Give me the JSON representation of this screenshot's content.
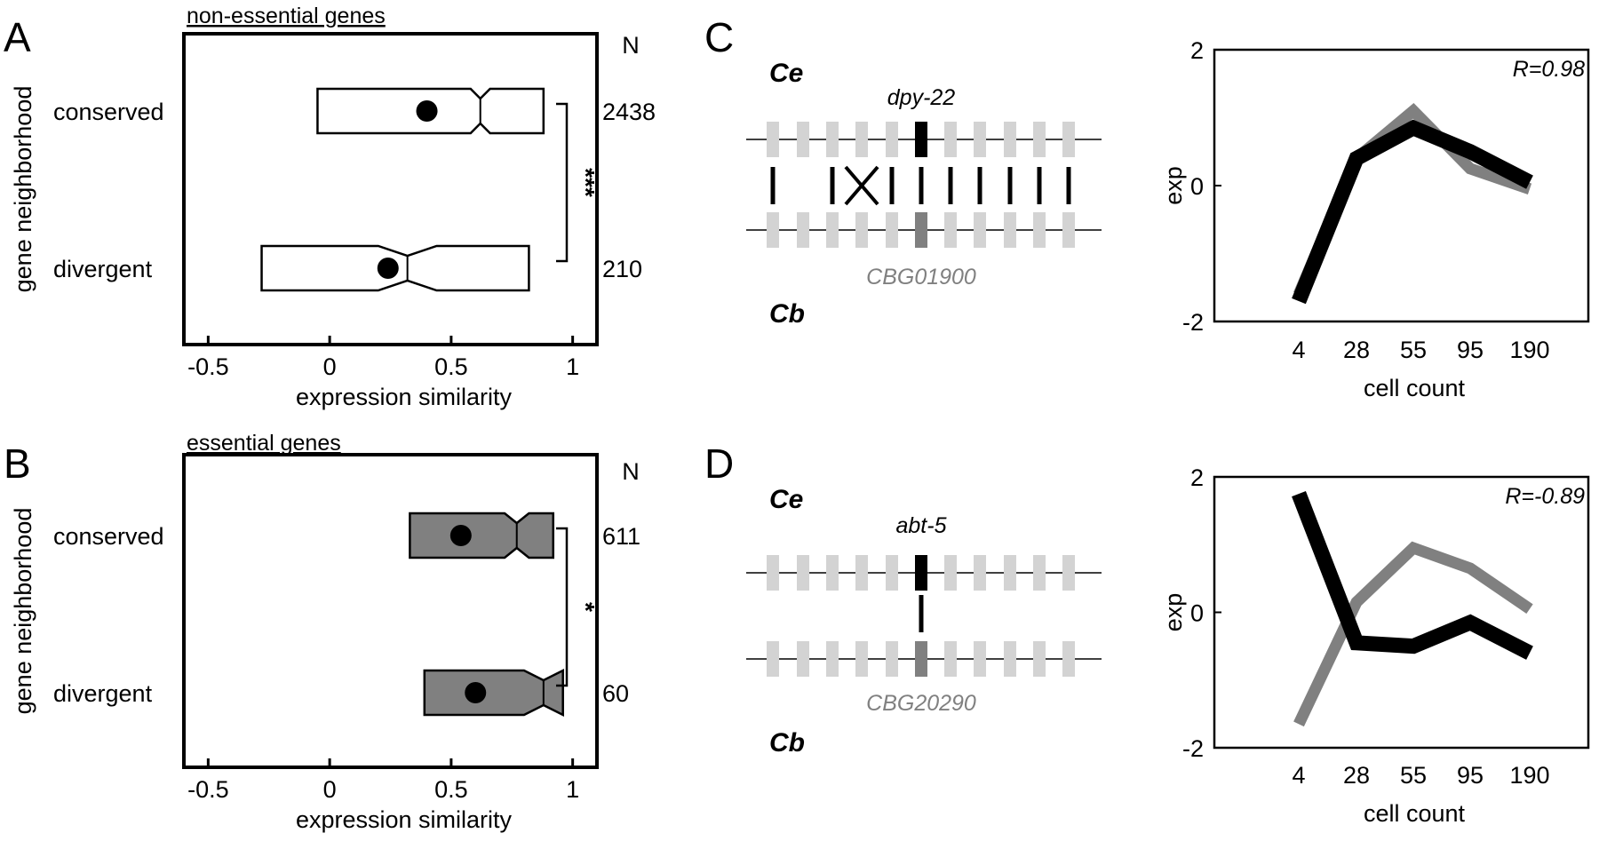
{
  "panels": {
    "A": "A",
    "B": "B",
    "C": "C",
    "D": "D"
  },
  "box_panels": [
    {
      "id": "A",
      "title": "non-essential genes",
      "ylabel": "gene neighborhood",
      "xlabel": "expression similarity",
      "n_header": "N",
      "fill": "#ffffff",
      "significance": "***",
      "xlim": [
        -0.6,
        1.1
      ],
      "xticks": [
        -0.5,
        0,
        0.5,
        1
      ],
      "xtick_labels": [
        "-0.5",
        "0",
        "0.5",
        "1"
      ],
      "groups": [
        {
          "label": "conserved",
          "n": "2438",
          "q1": -0.05,
          "median": 0.62,
          "q3": 0.88,
          "notch_low": 0.58,
          "notch_high": 0.66,
          "mean": 0.4
        },
        {
          "label": "divergent",
          "n": "210",
          "q1": -0.28,
          "median": 0.32,
          "q3": 0.82,
          "notch_low": 0.2,
          "notch_high": 0.44,
          "mean": 0.24
        }
      ]
    },
    {
      "id": "B",
      "title": "essential genes",
      "ylabel": "gene neighborhood",
      "xlabel": "expression similarity",
      "n_header": "N",
      "fill": "#808080",
      "significance": "*",
      "xlim": [
        -0.6,
        1.1
      ],
      "xticks": [
        -0.5,
        0,
        0.5,
        1
      ],
      "xtick_labels": [
        "-0.5",
        "0",
        "0.5",
        "1"
      ],
      "groups": [
        {
          "label": "conserved",
          "n": "611",
          "q1": 0.33,
          "median": 0.77,
          "q3": 0.92,
          "notch_low": 0.72,
          "notch_high": 0.82,
          "mean": 0.54
        },
        {
          "label": "divergent",
          "n": "60",
          "q1": 0.39,
          "median": 0.88,
          "q3": 0.96,
          "notch_low": 0.8,
          "notch_high": 0.96,
          "mean": 0.6
        }
      ]
    }
  ],
  "synteny": [
    {
      "id": "C",
      "species_top": "Ce",
      "species_bottom": "Cb",
      "gene_top": "dpy-22",
      "gene_bottom": "CBG01900",
      "links": [
        "bar",
        "none",
        "bar",
        "cross",
        "bar",
        "bar",
        "bar",
        "bar",
        "bar",
        "bar",
        "bar"
      ]
    },
    {
      "id": "D",
      "species_top": "Ce",
      "species_bottom": "Cb",
      "gene_top": "abt-5",
      "gene_bottom": "CBG20290",
      "links": [
        "none",
        "none",
        "none",
        "none",
        "none",
        "bar",
        "none",
        "none",
        "none",
        "none",
        "none"
      ]
    }
  ],
  "chart_data": [
    {
      "type": "box",
      "panel": "A",
      "title": "non-essential genes",
      "xlabel": "expression similarity",
      "ylabel": "gene neighborhood",
      "xlim": [
        -0.6,
        1.1
      ],
      "categories": [
        "conserved",
        "divergent"
      ],
      "n": [
        2438,
        210
      ],
      "significance": "***"
    },
    {
      "type": "box",
      "panel": "B",
      "title": "essential genes",
      "xlabel": "expression similarity",
      "ylabel": "gene neighborhood",
      "xlim": [
        -0.6,
        1.1
      ],
      "categories": [
        "conserved",
        "divergent"
      ],
      "n": [
        611,
        60
      ],
      "significance": "*"
    },
    {
      "type": "line",
      "panel": "C",
      "xlabel": "cell count",
      "ylabel": "exp",
      "categories": [
        "4",
        "28",
        "55",
        "95",
        "190"
      ],
      "ylim": [
        -2,
        2
      ],
      "yticks": [
        -2,
        0,
        2
      ],
      "ytick_labels": [
        "-2",
        "0",
        "2"
      ],
      "annotation": "R=0.98",
      "series": [
        {
          "color": "#808080",
          "values": [
            -1.6,
            0.4,
            1.1,
            0.25,
            -0.05
          ]
        },
        {
          "color": "#000000",
          "values": [
            -1.7,
            0.4,
            0.85,
            0.5,
            0.05
          ]
        }
      ]
    },
    {
      "type": "line",
      "panel": "D",
      "xlabel": "cell count",
      "ylabel": "exp",
      "categories": [
        "4",
        "28",
        "55",
        "95",
        "190"
      ],
      "ylim": [
        -2,
        2
      ],
      "yticks": [
        -2,
        0,
        2
      ],
      "ytick_labels": [
        "-2",
        "0",
        "2"
      ],
      "annotation": "R=-0.89",
      "series": [
        {
          "color": "#808080",
          "values": [
            -1.65,
            0.15,
            0.95,
            0.65,
            0.05
          ]
        },
        {
          "color": "#000000",
          "values": [
            1.75,
            -0.45,
            -0.5,
            -0.15,
            -0.6
          ]
        }
      ]
    }
  ]
}
